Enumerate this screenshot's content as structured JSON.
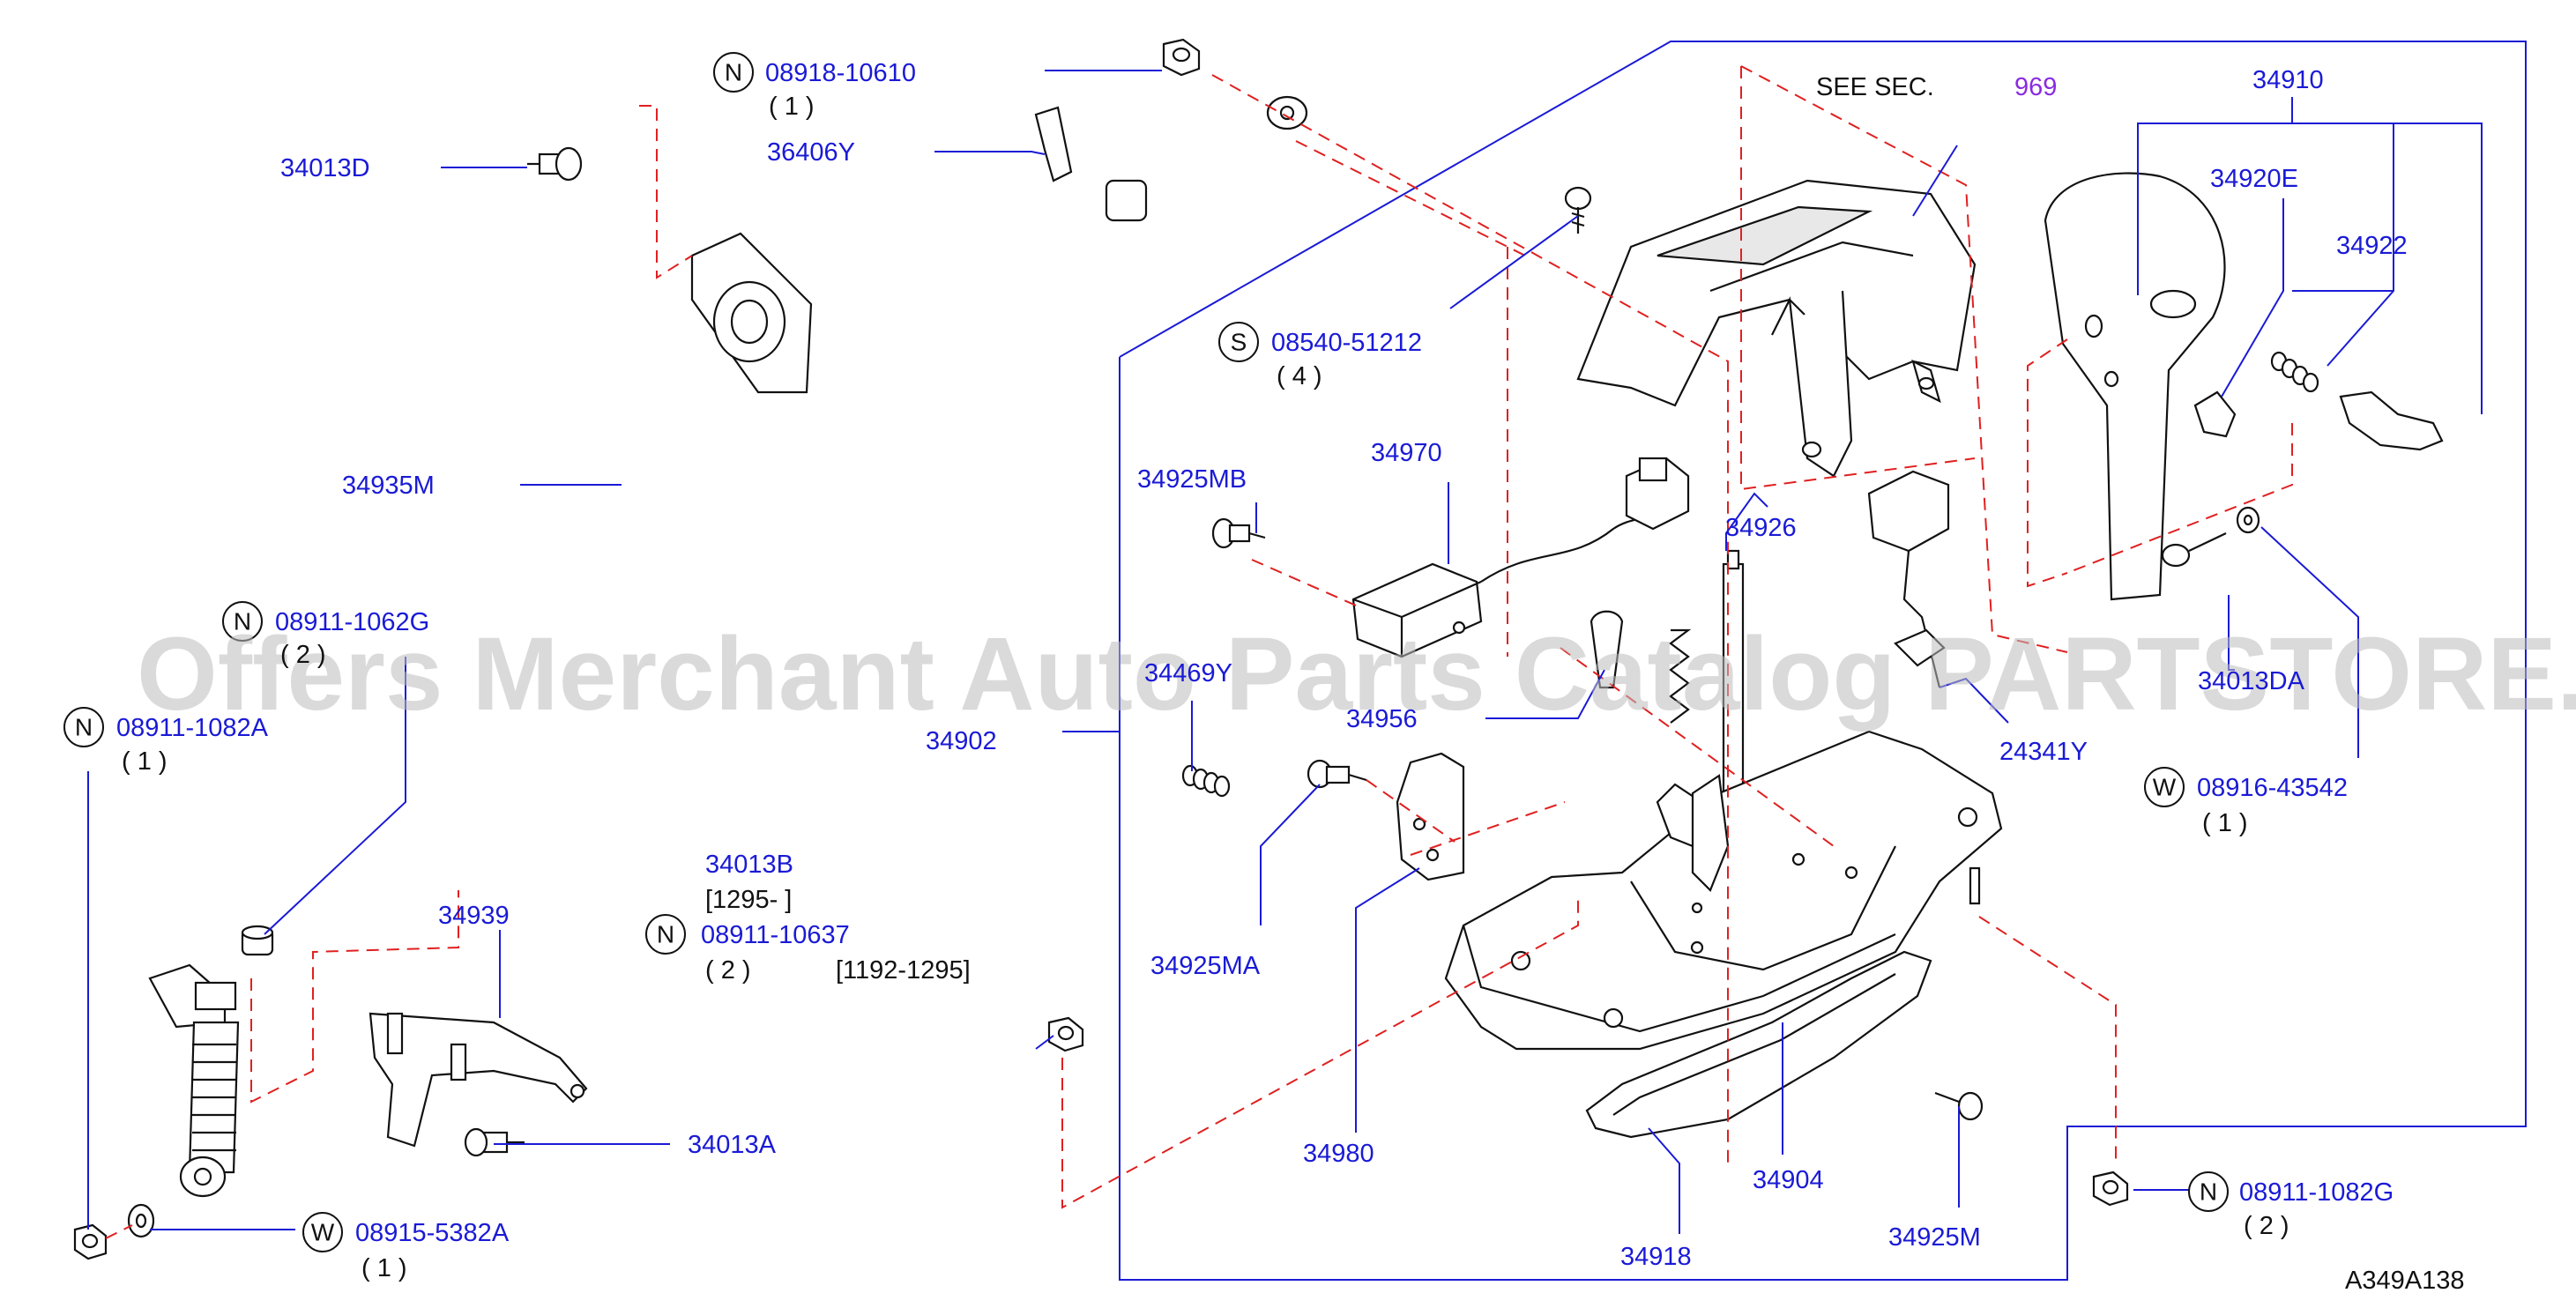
{
  "labels": {
    "p34013D": "34013D",
    "n08918": "08918-10610",
    "n08918_qty": "( 1 )",
    "p36406Y": "36406Y",
    "p34935M": "34935M",
    "n08911_1062G": "08911-1062G",
    "n08911_1062G_qty": "( 2 )",
    "n08911_1082A": "08911-1082A",
    "n08911_1082A_qty": "( 1 )",
    "p34939": "34939",
    "p34013B": "34013B",
    "range_1295": "[1295-            ]",
    "n08911_10637": "08911-10637",
    "n08911_10637_qty": "( 2 )",
    "range_1192": "[1192-1295]",
    "p34013A": "34013A",
    "w08915": "08915-5382A",
    "w08915_qty": "( 1 )",
    "s08540": "08540-51212",
    "s08540_qty": "( 4 )",
    "p34925MB": "34925MB",
    "p34970": "34970",
    "p34902": "34902",
    "p34469Y": "34469Y",
    "p34956": "34956",
    "p34925MA": "34925MA",
    "p34980": "34980",
    "p34918": "34918",
    "p34904": "34904",
    "p34925M": "34925M",
    "p34926": "34926",
    "see_sec": "SEE   SEC.",
    "sec_num": "969",
    "p34910": "34910",
    "p34920E": "34920E",
    "p34922": "34922",
    "p34013DA": "34013DA",
    "p24341Y": "24341Y",
    "w08916": "08916-43542",
    "w08916_qty": "( 1 )",
    "n08911_1082G": "08911-1082G",
    "n08911_1082G_qty": "( 2 )",
    "code": "A349A138"
  },
  "callouts": {
    "N": "N",
    "S": "S",
    "W": "W"
  },
  "watermark": "Offers Merchant Auto Parts Catalog PARTSTORE.SA",
  "colors": {
    "label": "#1a1ad6",
    "leader": "#1a1ad6",
    "dashed": "#e02020",
    "section_ref": "#8a2be2",
    "watermark": "#bdbdbd"
  }
}
